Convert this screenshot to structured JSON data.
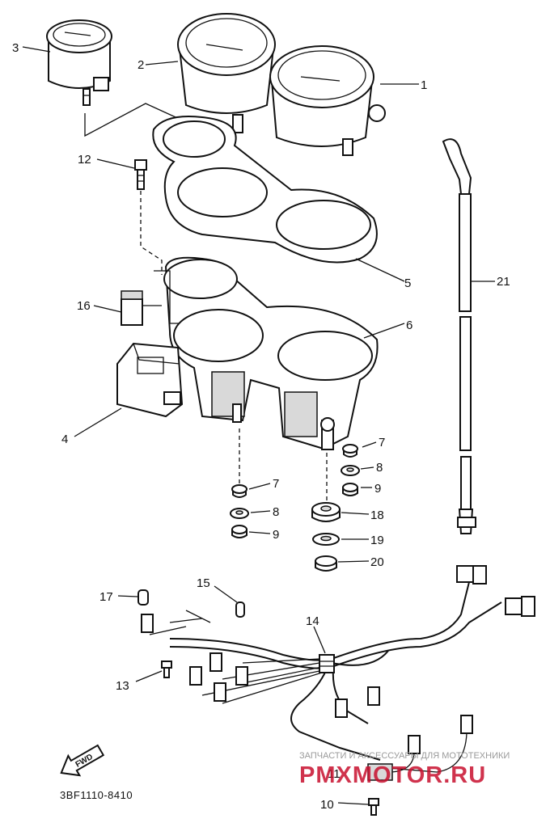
{
  "callouts": {
    "c1": "1",
    "c2": "2",
    "c3": "3",
    "c4": "4",
    "c5": "5",
    "c6": "6",
    "c7a": "7",
    "c7b": "7",
    "c8a": "8",
    "c8b": "8",
    "c9a": "9",
    "c9b": "9",
    "c10": "10",
    "c11": "11",
    "c12": "12",
    "c13": "13",
    "c14": "14",
    "c15": "15",
    "c16": "16",
    "c17": "17",
    "c18": "18",
    "c19": "19",
    "c20": "20",
    "c21": "21"
  },
  "fwd_label": "FWD",
  "diagram_code": "3BF1110-8410",
  "watermark": {
    "tagline": "ЗАПЧАСТИ И АКСЕССУАРЫ ДЛЯ МОТОТЕХНИКИ",
    "brand": "PMXMOTOR.RU",
    "tagline_color": "#9a9a9a",
    "brand_color": "#c8102e"
  }
}
